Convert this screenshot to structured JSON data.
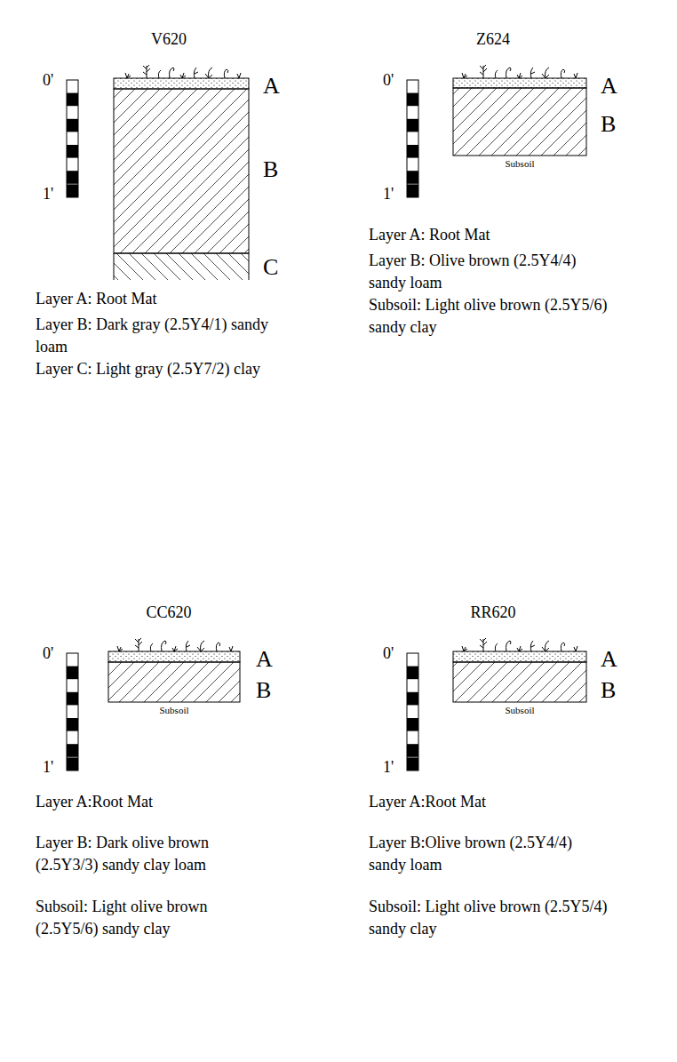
{
  "diagram": {
    "labels": [
      "V620",
      "0'",
      "1'",
      "A",
      "B",
      "C",
      "Layer A: Root Mat",
      "Layer B: Dark gray (2.5Y4/1) sandy loam",
      "Layer C: Light gray (2.5Y7/2) clay",
      "Z624",
      "0'",
      "1'",
      "A",
      "B",
      "Subsoil",
      "Layer A: Root Mat",
      "Layer B: Olive brown (2.5Y4/4) sandy loam",
      "Subsoil: Light olive brown (2.5Y5/6) sandy clay",
      "CC620",
      "0'",
      "1'",
      "A",
      "B",
      "Subsoil",
      "Layer A:Root Mat",
      "Layer B: Dark olive brown (2.5Y3/3) sandy clay loam",
      "Subsoil: Light olive brown (2.5Y5/6) sandy clay",
      "RR620",
      "0'",
      "1'",
      "A",
      "B",
      "Subsoil",
      "Layer A:Root Mat",
      "Layer B:Olive brown (2.5Y4/4) sandy loam",
      "Subsoil: Light olive brown (2.5Y5/4) sandy clay"
    ]
  }
}
